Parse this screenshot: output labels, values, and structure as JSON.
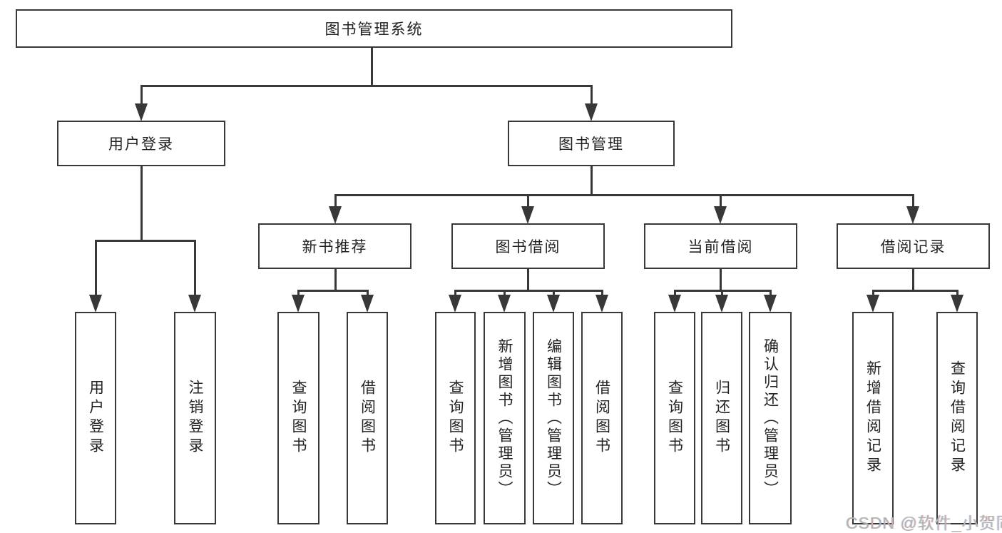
{
  "diagram": {
    "root": "图书管理系统",
    "level2": {
      "user_login": "用户登录",
      "book_management": "图书管理"
    },
    "level3": {
      "new_book_recommend": "新书推荐",
      "book_borrow": "图书借阅",
      "current_borrow": "当前借阅",
      "borrow_records": "借阅记录"
    },
    "leaves": {
      "user_login": [
        "用户登录",
        "注销登录"
      ],
      "new_book_recommend": [
        "查询图书",
        "借阅图书"
      ],
      "book_borrow": [
        "查询图书",
        "新增图书（管理员）",
        "编辑图书（管理员）",
        "借阅图书"
      ],
      "current_borrow": [
        "查询图书",
        "归还图书",
        "确认归还（管理员）"
      ],
      "borrow_records": [
        "新增借阅记录",
        "查询借阅记录"
      ]
    },
    "watermark": "CSDN @软件_小贺同学",
    "colors": {
      "line": "#383838",
      "text": "#222222",
      "background": "#ffffff",
      "watermark": "#b3b3b3"
    }
  }
}
